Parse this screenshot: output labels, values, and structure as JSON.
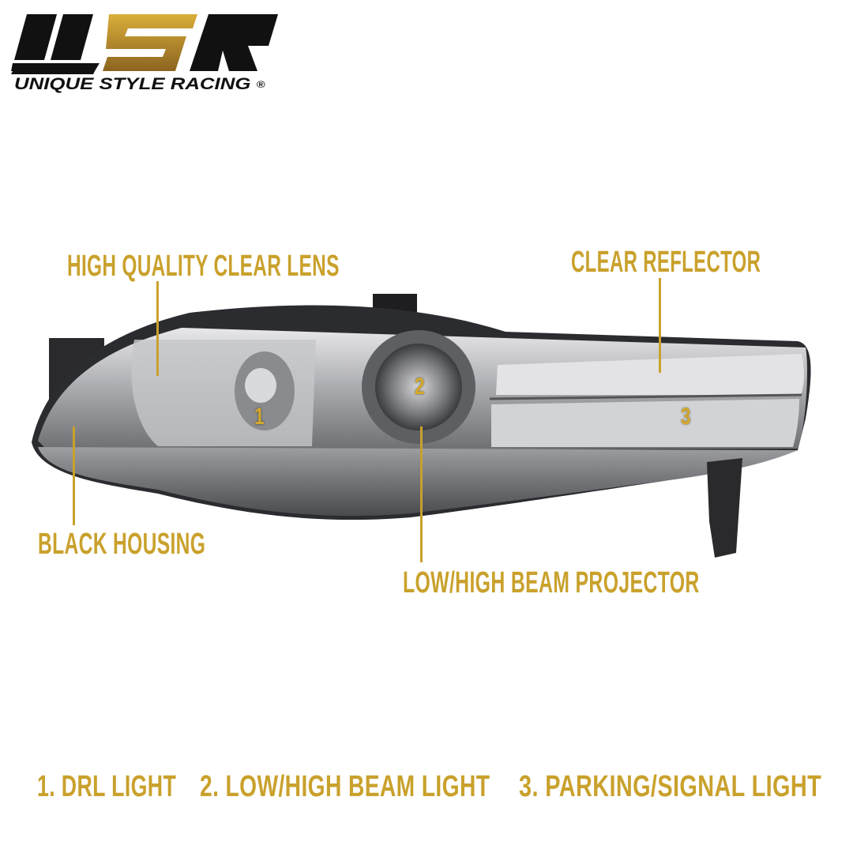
{
  "brand": {
    "logo_letters": "USR",
    "name": "UNIQUE STYLE RACING",
    "registered_mark": "®",
    "colors": {
      "black": "#111111",
      "gold": "#C9A12C"
    }
  },
  "callouts": {
    "lens": "HIGH QUALITY CLEAR LENS",
    "reflector": "CLEAR REFLECTOR",
    "housing": "BLACK HOUSING",
    "projector": "LOW/HIGH BEAM PROJECTOR"
  },
  "markers": {
    "drl": "1",
    "beam": "2",
    "signal": "3"
  },
  "legend": {
    "item1": "1. DRL LIGHT",
    "item2": "2. LOW/HIGH BEAM LIGHT",
    "item3": "3.  PARKING/SIGNAL LIGHT"
  },
  "accent_color": "#C9A12C"
}
